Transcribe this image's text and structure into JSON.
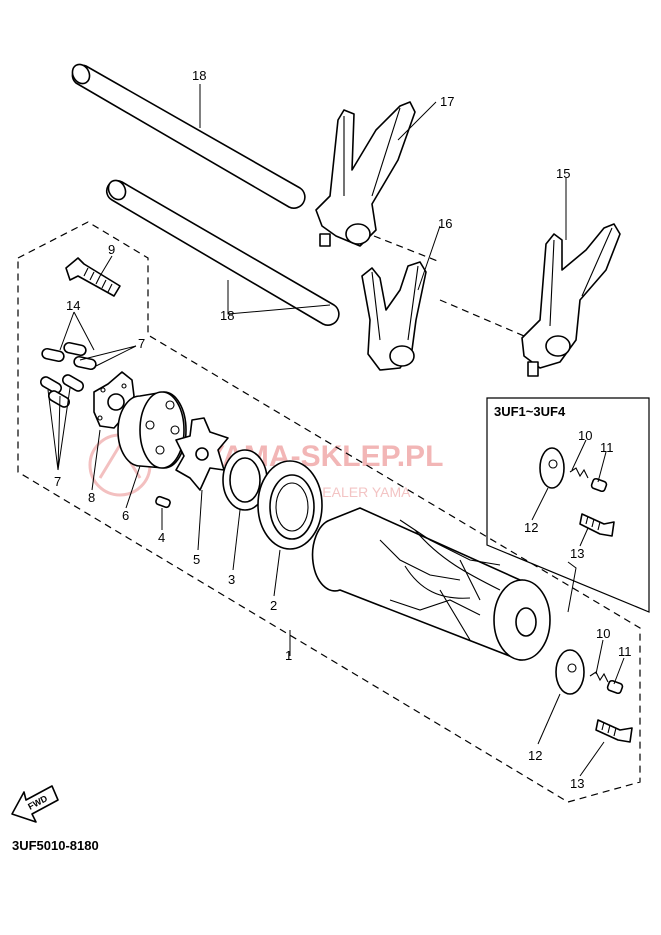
{
  "diagram": {
    "part_numbers": {
      "p1": "1",
      "p2": "2",
      "p3": "3",
      "p4": "4",
      "p5": "5",
      "p6": "6",
      "p7a": "7",
      "p7b": "7",
      "p8": "8",
      "p9": "9",
      "p10a": "10",
      "p10b": "10",
      "p11a": "11",
      "p11b": "11",
      "p12a": "12",
      "p12b": "12",
      "p13a": "13",
      "p13b": "13",
      "p14": "14",
      "p15": "15",
      "p16": "16",
      "p17": "17",
      "p18a": "18",
      "p18b": "18"
    },
    "variant_label": "3UF1~3UF4",
    "fwd_label": "FWD",
    "drawing_code": "3UF5010-8180",
    "watermark": {
      "main": "YAMA-SKLEP.PL",
      "sub": "WICZ | DEALER YAMA"
    }
  }
}
